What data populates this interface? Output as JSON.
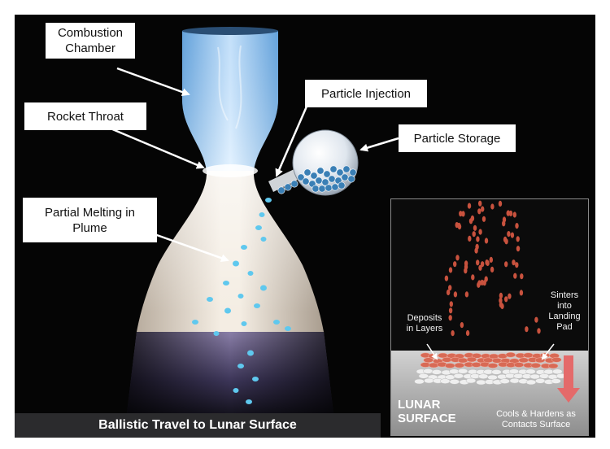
{
  "labels": {
    "combustion_chamber": "Combustion\nChamber",
    "rocket_throat": "Rocket Throat",
    "particle_injection": "Particle Injection",
    "particle_storage": "Particle Storage",
    "partial_melting": "Partial Melting in\nPlume"
  },
  "caption": "Ballistic Travel to Lunar Surface",
  "inset": {
    "deposits": "Deposits\nin Layers",
    "sinters": "Sinters\ninto\nLanding\nPad",
    "surface": "LUNAR\nSURFACE",
    "cools": "Cools & Hardens as\nContacts Surface"
  },
  "colors": {
    "panel_background": "#050505",
    "chamber_blue": "#8fc3ee",
    "plume_cream": "#e8ddd0",
    "particle_blue": "#5fc8ee",
    "stored_particle": "#3a7fb5",
    "inset_particle": "#c8523e",
    "lunar_surface": "#b9b9b9",
    "cooling_arrow": "#e46a6a",
    "caption_bar": "#2b2b2d"
  }
}
